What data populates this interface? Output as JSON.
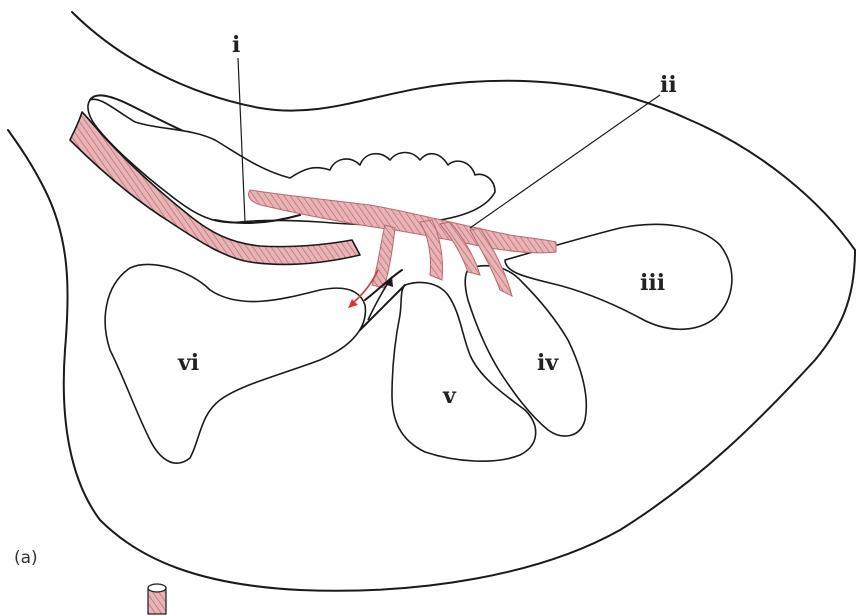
{
  "labels": {
    "i": "i",
    "ii": "ii",
    "iii": "iii",
    "iv": "iv",
    "v": "v",
    "vi": "vi"
  },
  "panel_label": "(a)",
  "colors": {
    "muscle_fill": "#e8b4b6",
    "muscle_stripe": "#b86a70",
    "arrow_red": "#d23a3a",
    "outline": "#1a1a1a"
  }
}
